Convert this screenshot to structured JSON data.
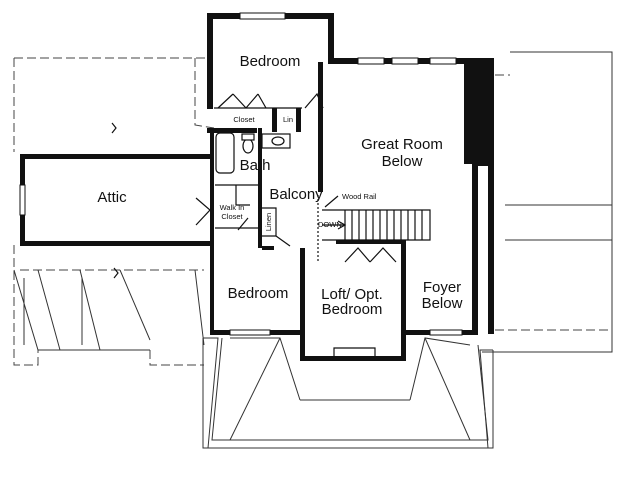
{
  "rooms": {
    "bedroom_top": "Bedroom",
    "closet": "Closet",
    "linen_top": "Lin",
    "bath": "Bath",
    "great_room_1": "Great Room",
    "great_room_2": "Below",
    "attic": "Attic",
    "walk_in_1": "Walk In",
    "walk_in_2": "Closet",
    "balcony": "Balcony",
    "wood_rail": "Wood Rail",
    "down": "DOWN",
    "linen_side": "Linen",
    "bedroom_bottom": "Bedroom",
    "loft_1": "Loft/ Opt.",
    "loft_2": "Bedroom",
    "foyer_1": "Foyer",
    "foyer_2": "Below"
  }
}
